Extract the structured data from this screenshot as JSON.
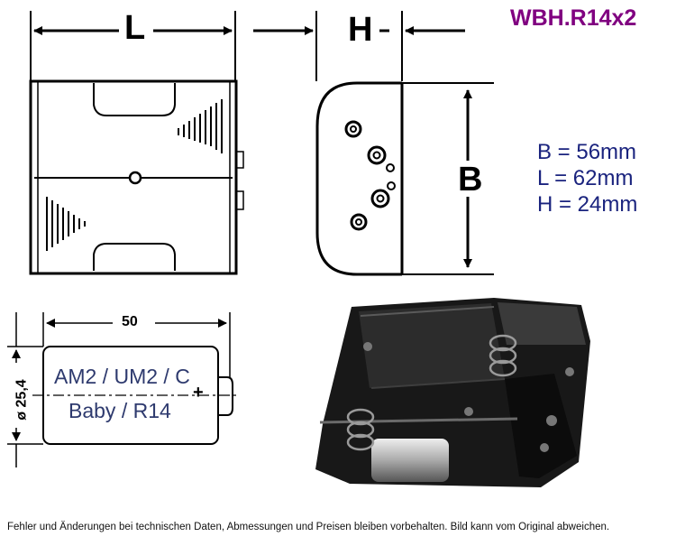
{
  "title": "WBH.R14x2",
  "dimensions": {
    "length_label": "L",
    "height_label": "H",
    "width_label": "B"
  },
  "specs": [
    "B = 56mm",
    "L = 62mm",
    "H = 24mm"
  ],
  "battery": {
    "length": "50",
    "diameter": "ø 25,4",
    "type_line1": "AM2 / UM2 / C",
    "type_line2": "Baby / R14",
    "plus_symbol": "+"
  },
  "footer": "Fehler und Änderungen bei technischen Daten, Abmessungen und Preisen bleiben vorbehalten. Bild kann vom Original abweichen.",
  "colors": {
    "title": "#800080",
    "specs": "#1a237e",
    "battery_text": "#2e3a6e"
  }
}
